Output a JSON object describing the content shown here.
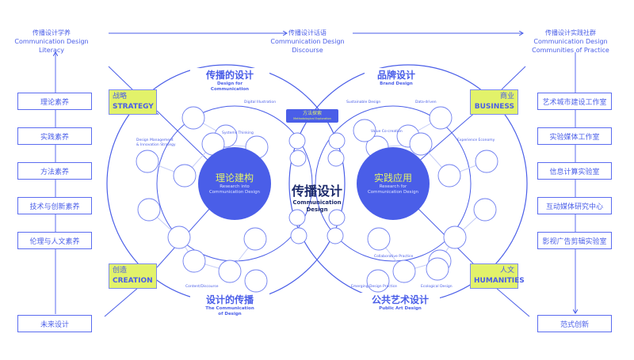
{
  "top": {
    "left": {
      "zh": "传播设计学养",
      "en1": "Communication Design",
      "en2": "Literacy"
    },
    "middle": {
      "zh": "传播设计话语",
      "en1": "Communication Design",
      "en2": "Discourse"
    },
    "right": {
      "zh": "传播设计实践社群",
      "en1": "Communication Design",
      "en2": "Communities of Practice"
    }
  },
  "left_column": {
    "items": [
      "理论素养",
      "实践素养",
      "方法素养",
      "技术与创新素养",
      "伦理与人文素养"
    ],
    "bottom": "未来设计"
  },
  "right_column": {
    "items": [
      "艺术城市建设工作室",
      "实验媒体工作室",
      "信息计算实验室",
      "互动媒体研究中心",
      "影视广告剪辑实验室"
    ],
    "bottom": "范式创新"
  },
  "quadrants": {
    "strategy": {
      "zh": "战略",
      "en": "STRATEGY"
    },
    "business": {
      "zh": "商业",
      "en": "BUSINESS"
    },
    "creation": {
      "zh": "创造",
      "en": "CREATION"
    },
    "humanities": {
      "zh": "人文",
      "en": "HUMANITIES"
    }
  },
  "sections": {
    "design_for_comm": {
      "zh": "传播的设计",
      "en1": "Design for",
      "en2": "Communication"
    },
    "brand": {
      "zh": "品牌设计",
      "en1": "Brand Design"
    },
    "comm_of_design": {
      "zh": "设计的传播",
      "en1": "The Communication",
      "en2": "of Design"
    },
    "public_art": {
      "zh": "公共艺术设计",
      "en1": "Public Art Design"
    }
  },
  "cores": {
    "theory": {
      "zh": "理论建构",
      "en1": "Research into",
      "en2": "Communication Design"
    },
    "practice": {
      "zh": "实践应用",
      "en1": "Research for",
      "en2": "Communication Design"
    }
  },
  "center": {
    "zh": "传播设计",
    "en1": "Communication",
    "en2": "Design"
  },
  "method_badge": {
    "zh": "方法探索",
    "en": "Methodological Exploration"
  },
  "captions": {
    "digital_illustration": "Digital Illustration",
    "systems_thinking": "Systems Thinking",
    "design_management": "Design Management",
    "innovation_strategy": "& Innovation Strategy",
    "sustainable": "Sustainable Design",
    "data_driven": "Data-driven",
    "value_cocreation": "Value Co-creation",
    "experience_economy": "Experience Economy",
    "collaborative": "Collaborative Practice",
    "emerging": "Emerging Design Practice",
    "ecological": "Ecological Design",
    "content": "Content/Discourse"
  },
  "colors": {
    "accent": "#4a5ee8",
    "highlight": "#e2f26a",
    "navy": "#1c2a6b"
  }
}
